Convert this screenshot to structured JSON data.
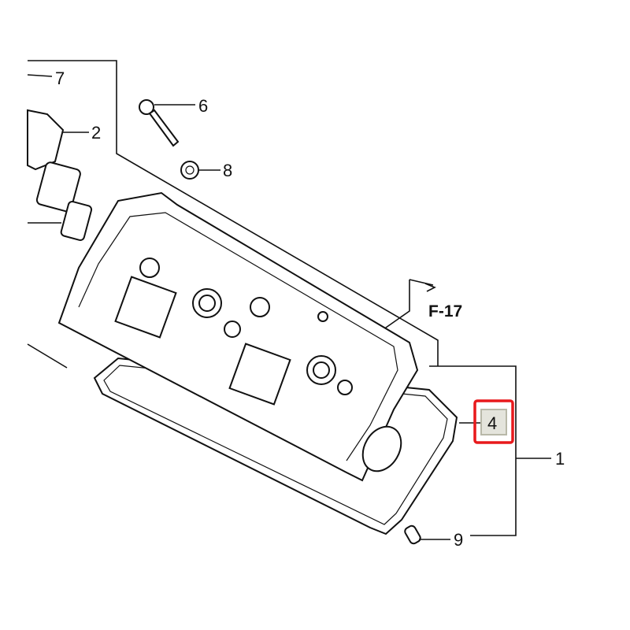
{
  "diagram": {
    "callouts": [
      {
        "id": "7",
        "label": "7"
      },
      {
        "id": "6",
        "label": "6"
      },
      {
        "id": "2",
        "label": "2"
      },
      {
        "id": "8",
        "label": "8"
      },
      {
        "id": "4",
        "label": "4",
        "highlighted": true
      },
      {
        "id": "1",
        "label": "1"
      },
      {
        "id": "9",
        "label": "9"
      }
    ],
    "reference": "F-17",
    "highlight_color": "#e8191c",
    "highlight_fill": "#e4e4dc"
  }
}
